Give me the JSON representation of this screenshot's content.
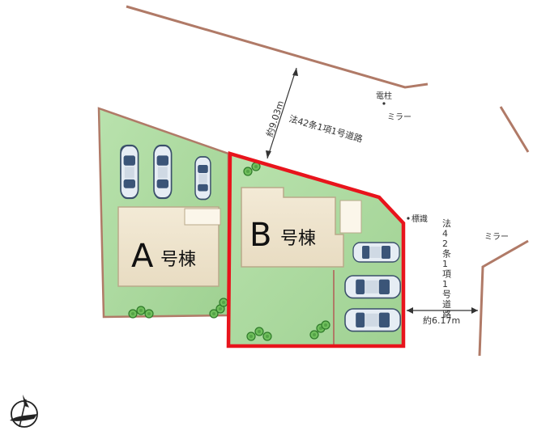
{
  "plots": {
    "a": {
      "letter": "A",
      "suffix": "号棟"
    },
    "b": {
      "letter": "B",
      "suffix": "号棟"
    }
  },
  "roads": {
    "north": {
      "label": "法42条1項1号道路",
      "width_label": "約9.03m"
    },
    "east": {
      "label": "法42条1項1号道路",
      "width_label": "約6.17m"
    }
  },
  "features": {
    "pole": "電柱",
    "mirror_north": "ミラー",
    "mirror_east": "ミラー",
    "sign": "標識"
  },
  "colors": {
    "lot_green": "#a9d89c",
    "house_beige": "#eee3cc",
    "boundary_red": "#e8141c",
    "road_line": "#b07a67"
  },
  "icons": {
    "compass": "north-arrow-icon",
    "cars": "car-icon",
    "trees": "shrub-icon"
  }
}
